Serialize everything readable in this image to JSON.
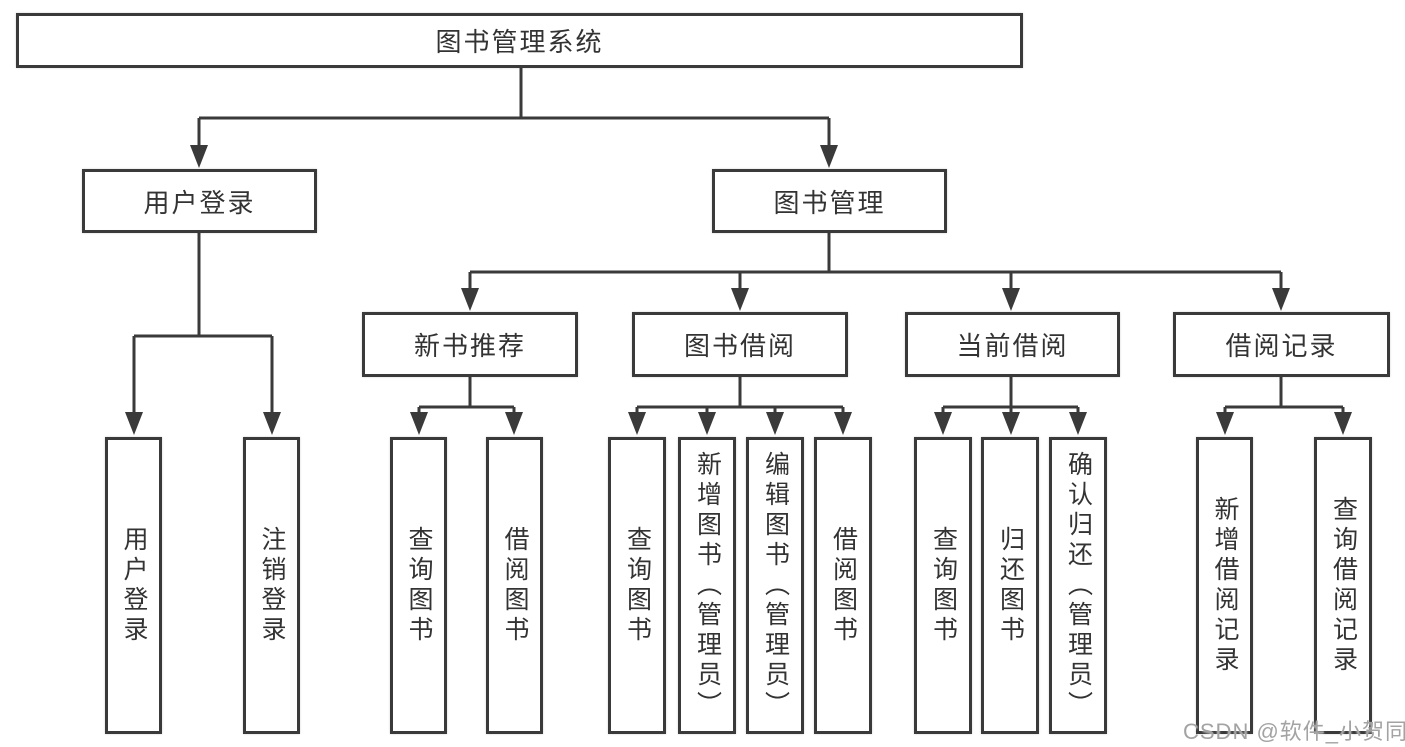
{
  "diagram": {
    "root": {
      "label": "图书管理系统"
    },
    "user_login": {
      "label": "用户登录",
      "children": [
        {
          "label": "用户登录"
        },
        {
          "label": "注销登录"
        }
      ]
    },
    "book_mgmt": {
      "label": "图书管理",
      "sections": {
        "new_book_rec": {
          "label": "新书推荐",
          "children": [
            {
              "label": "查询图书"
            },
            {
              "label": "借阅图书"
            }
          ]
        },
        "book_borrow": {
          "label": "图书借阅",
          "children": [
            {
              "label": "查询图书"
            },
            {
              "label": "新增图书（管理员）"
            },
            {
              "label": "编辑图书（管理员）"
            },
            {
              "label": "借阅图书"
            }
          ]
        },
        "current_borrow": {
          "label": "当前借阅",
          "children": [
            {
              "label": "查询图书"
            },
            {
              "label": "归还图书"
            },
            {
              "label": "确认归还（管理员）"
            }
          ]
        },
        "borrow_record": {
          "label": "借阅记录",
          "children": [
            {
              "label": "新增借阅记录"
            },
            {
              "label": "查询借阅记录"
            }
          ]
        }
      }
    }
  },
  "watermark": "CSDN @软件_小贺同学",
  "colors": {
    "line": "#3a3a3a",
    "text": "#333333",
    "box_background": "#ffffff",
    "watermark": "#a3a3a3",
    "background": "#ffffff"
  }
}
